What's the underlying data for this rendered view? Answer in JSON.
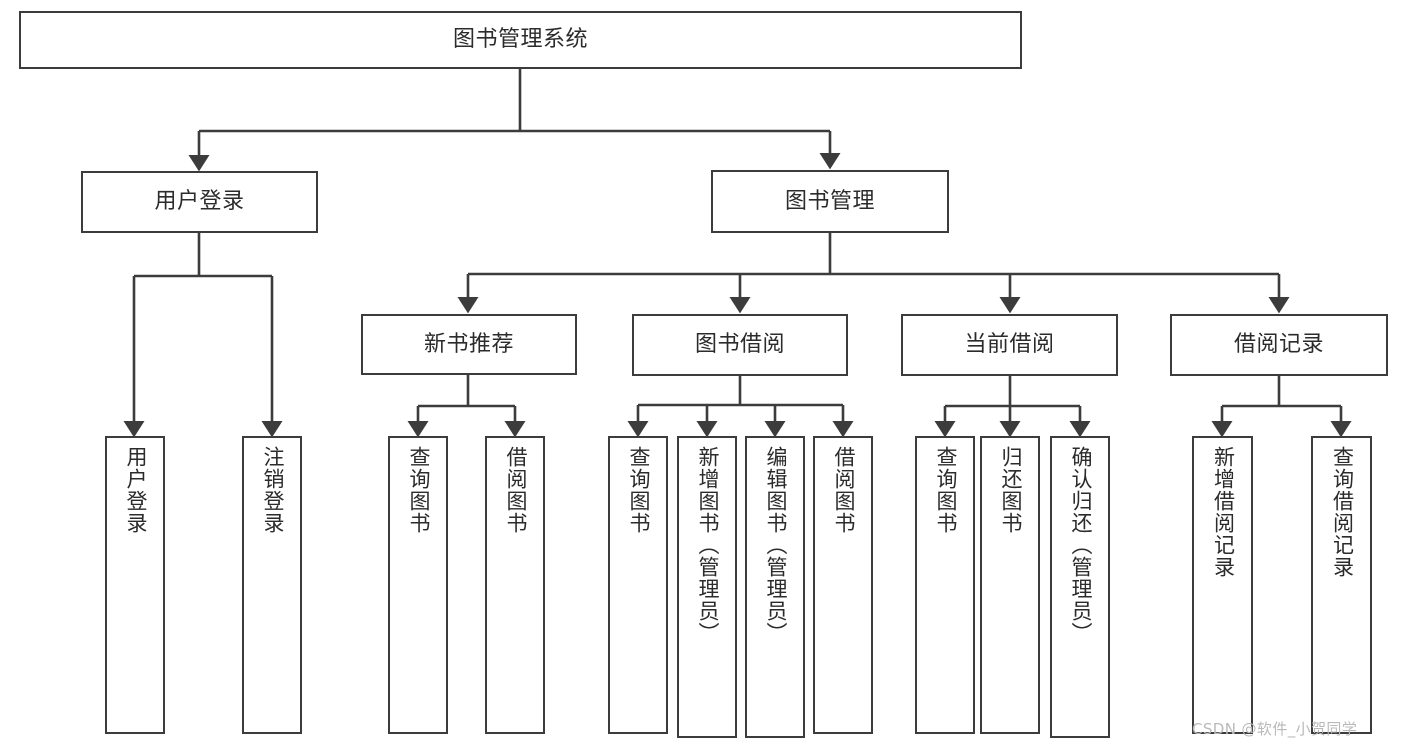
{
  "diagram": {
    "title": "图书管理系统",
    "type": "tree-hierarchy-diagram",
    "background_color": "#ffffff",
    "line_color": "#3c3c3c",
    "text_color": "#2b2b2b"
  },
  "root": {
    "label": "图书管理系统"
  },
  "level1": [
    {
      "label": "用户登录"
    },
    {
      "label": "图书管理"
    }
  ],
  "level2": [
    {
      "label": "新书推荐"
    },
    {
      "label": "图书借阅"
    },
    {
      "label": "当前借阅"
    },
    {
      "label": "借阅记录"
    }
  ],
  "leaves": {
    "user_login": [
      {
        "label": "用户登录"
      },
      {
        "label": "注销登录"
      }
    ],
    "new_book_recommend": [
      {
        "label": "查询图书"
      },
      {
        "label": "借阅图书"
      }
    ],
    "book_borrow": [
      {
        "label": "查询图书"
      },
      {
        "label": "新增图书（管理员）"
      },
      {
        "label": "编辑图书（管理员）"
      },
      {
        "label": "借阅图书"
      }
    ],
    "current_borrow": [
      {
        "label": "查询图书"
      },
      {
        "label": "归还图书"
      },
      {
        "label": "确认归还（管理员）"
      }
    ],
    "borrow_record": [
      {
        "label": "新增借阅记录"
      },
      {
        "label": "查询借阅记录"
      }
    ]
  },
  "watermark": {
    "text": "CSDN @软件_小贺同学"
  }
}
